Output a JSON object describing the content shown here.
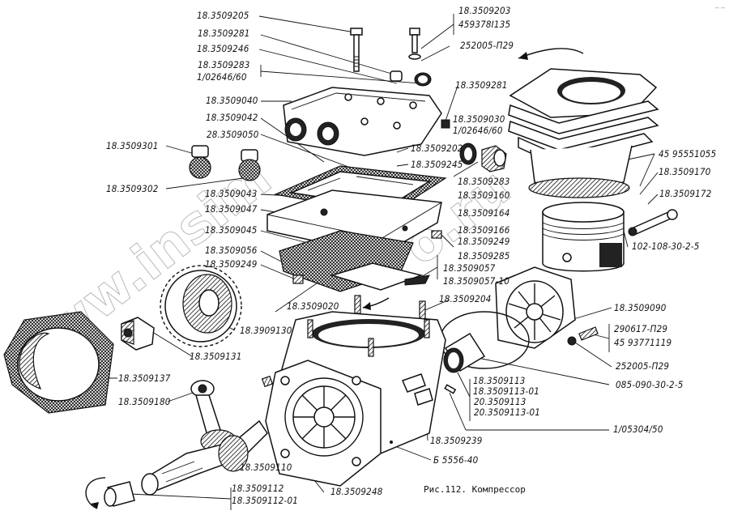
{
  "figure": {
    "caption": "Рис.112. Компрессор",
    "corner_mark": "-- --"
  },
  "labels": {
    "l_9205": "18.3509205",
    "l_9281a": "18.3509281",
    "l_9246": "18.3509246",
    "l_9283a": "18.3509283",
    "l_02646a": "1/02646/60",
    "l_9040": "18.3509040",
    "l_9042": "18.3509042",
    "l_9050": "28.3509050",
    "l_9301": "18.3509301",
    "l_9302": "18.3509302",
    "l_9043": "18.3509043",
    "l_9047": "18.3509047",
    "l_9045": "18.3509045",
    "l_9056": "18.3509056",
    "l_9249a": "18.3509249",
    "l_9203": "18.3509203",
    "l_459378": "459378I135",
    "l_252005a": "252005-П29",
    "l_9281b": "18.3509281",
    "l_9030": "18.3509030",
    "l_02646b": "1/02646/60",
    "l_9202": "18.3509202",
    "l_9245": "18.3509245",
    "l_9283b": "18.3509283",
    "l_9160": "18.3509160",
    "l_9164": "18.3509164",
    "l_9166": "18.3509166",
    "l_9249b": "18.3509249",
    "l_9285": "18.3509285",
    "l_9057": "18.3509057",
    "l_9057_10": "18.3509057-10",
    "l_4595": "45 95551055",
    "l_9170": "18.3509170",
    "l_9172": "18.3509172",
    "l_102": "102-108-30-2-5",
    "l_9020": "18.3509020",
    "l_9204": "18.3509204",
    "l_3909130": "18.3909130",
    "l_9131": "18.3509131",
    "l_9137": "18.3509137",
    "l_9180": "18.3509180",
    "l_9090": "18.3509090",
    "l_290617": "290617-П29",
    "l_4593771": "45 93771119",
    "l_252005b": "252005-П29",
    "l_085": "085-090-30-2-5",
    "l_9113": "18.3509113",
    "l_9113_01": "18.3509113-01",
    "l_20_9113": "20.3509113",
    "l_20_9113_01": "20.3509113-01",
    "l_05304": "1/05304/50",
    "l_9239": "18.3509239",
    "l_5556": "Б 5556-40",
    "l_9110": "18.3509110",
    "l_9112": "18.3509112",
    "l_9112_01": "18.3509112-01",
    "l_9248": "18.3509248"
  },
  "watermark": {
    "text": "www.insim"
  }
}
